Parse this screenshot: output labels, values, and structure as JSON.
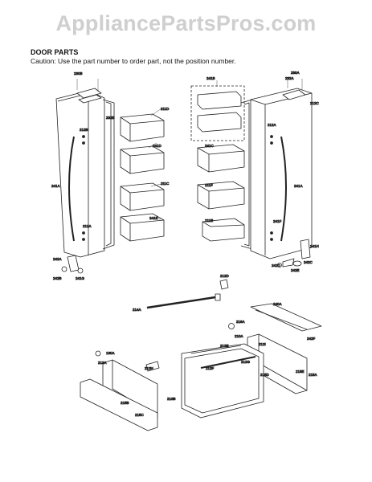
{
  "watermark": "AppliancePartsPros.com",
  "title": "DOOR PARTS",
  "caution": "Caution: Use the part number to order part, not the position number.",
  "callouts": [
    {
      "id": "c-230b",
      "text": "230B"
    },
    {
      "id": "c-212b",
      "text": "212B"
    },
    {
      "id": "c-232b",
      "text": "232B"
    },
    {
      "id": "c-241a-left",
      "text": "241A"
    },
    {
      "id": "c-212a-left",
      "text": "212A"
    },
    {
      "id": "c-232a",
      "text": "232A"
    },
    {
      "id": "c-241b",
      "text": "241B"
    },
    {
      "id": "c-211d",
      "text": "211D"
    },
    {
      "id": "c-241d",
      "text": "241D"
    },
    {
      "id": "c-211c",
      "text": "211C"
    },
    {
      "id": "c-241e",
      "text": "241E"
    },
    {
      "id": "c-230a",
      "text": "230A"
    },
    {
      "id": "c-212c",
      "text": "212C"
    },
    {
      "id": "c-212a-right",
      "text": "212A"
    },
    {
      "id": "c-241a-right",
      "text": "241A"
    },
    {
      "id": "c-241c",
      "text": "241C"
    },
    {
      "id": "c-211f",
      "text": "211F"
    },
    {
      "id": "c-211e",
      "text": "211E"
    },
    {
      "id": "c-241f",
      "text": "241F"
    },
    {
      "id": "c-214a",
      "text": "214A"
    },
    {
      "id": "c-212d",
      "text": "212D"
    },
    {
      "id": "c-242a",
      "text": "242A"
    },
    {
      "id": "c-242b",
      "text": "242B"
    },
    {
      "id": "c-241g",
      "text": "241G"
    },
    {
      "id": "c-241h",
      "text": "241H"
    },
    {
      "id": "c-242c",
      "text": "242C"
    },
    {
      "id": "c-242d",
      "text": "242D"
    },
    {
      "id": "c-242e",
      "text": "242E"
    },
    {
      "id": "c-242f",
      "text": "242F"
    },
    {
      "id": "c-215a",
      "text": "215A"
    },
    {
      "id": "c-130a",
      "text": "130A"
    },
    {
      "id": "c-210a",
      "text": "210A"
    },
    {
      "id": "c-212e",
      "text": "212E"
    },
    {
      "id": "c-212f",
      "text": "212F"
    },
    {
      "id": "c-212g",
      "text": "212G"
    },
    {
      "id": "c-212h",
      "text": "212H"
    },
    {
      "id": "c-212i",
      "text": "212I"
    },
    {
      "id": "c-213a",
      "text": "213A"
    },
    {
      "id": "c-213b",
      "text": "213B"
    },
    {
      "id": "c-215b",
      "text": "215B"
    },
    {
      "id": "c-215c",
      "text": "215C"
    },
    {
      "id": "c-215d",
      "text": "215D"
    },
    {
      "id": "c-215e",
      "text": "215E"
    },
    {
      "id": "c-216a",
      "text": "216A"
    },
    {
      "id": "c-240a",
      "text": "240A"
    }
  ]
}
